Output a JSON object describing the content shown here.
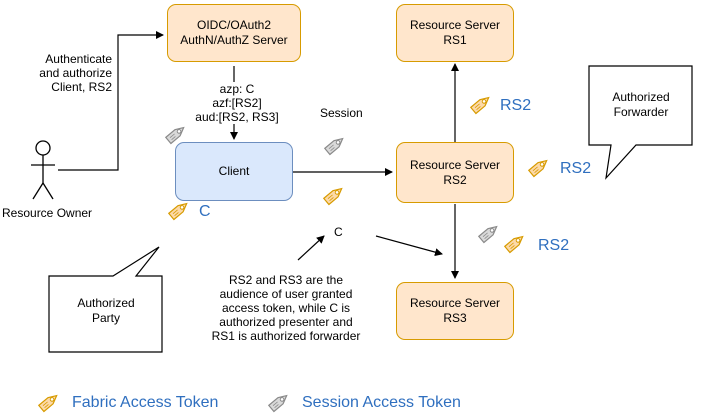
{
  "nodes": {
    "auth_server": [
      "OIDC/OAuth2",
      "AuthN/AuthZ Server"
    ],
    "rs1": [
      "Resource Server",
      "RS1"
    ],
    "rs2": [
      "Resource Server",
      "RS2"
    ],
    "rs3": [
      "Resource Server",
      "RS3"
    ],
    "client": "Client",
    "resource_owner": "Resource Owner"
  },
  "labels": {
    "authenticate": [
      "Authenticate",
      "and authorize",
      "Client, RS2"
    ],
    "claims": [
      "azp: C",
      "azf:[RS2]",
      "aud:[RS2, RS3]"
    ],
    "session": "Session",
    "c_small": "C",
    "explanation": [
      "RS2 and RS3 are the",
      "audience of user granted",
      "access token, while C is",
      "authorized presenter and",
      "RS1 is authorized forwarder"
    ]
  },
  "tag_labels": {
    "client_tag": "C",
    "rs2_top": "RS2",
    "rs2_right": "RS2",
    "rs2_bottom": "RS2"
  },
  "callouts": {
    "authorized_forwarder": [
      "Authorized",
      "Forwarder"
    ],
    "authorized_party": [
      "Authorized",
      "Party"
    ]
  },
  "legend": {
    "fabric": "Fabric Access Token",
    "session": "Session Access Token"
  },
  "colors": {
    "fabric_tag_fill": "#fcd9a8",
    "fabric_tag_stroke": "#d79b00",
    "session_tag_fill": "#d9d9d9",
    "session_tag_stroke": "#8a8a8a",
    "label_blue": "#2f6fbf"
  }
}
